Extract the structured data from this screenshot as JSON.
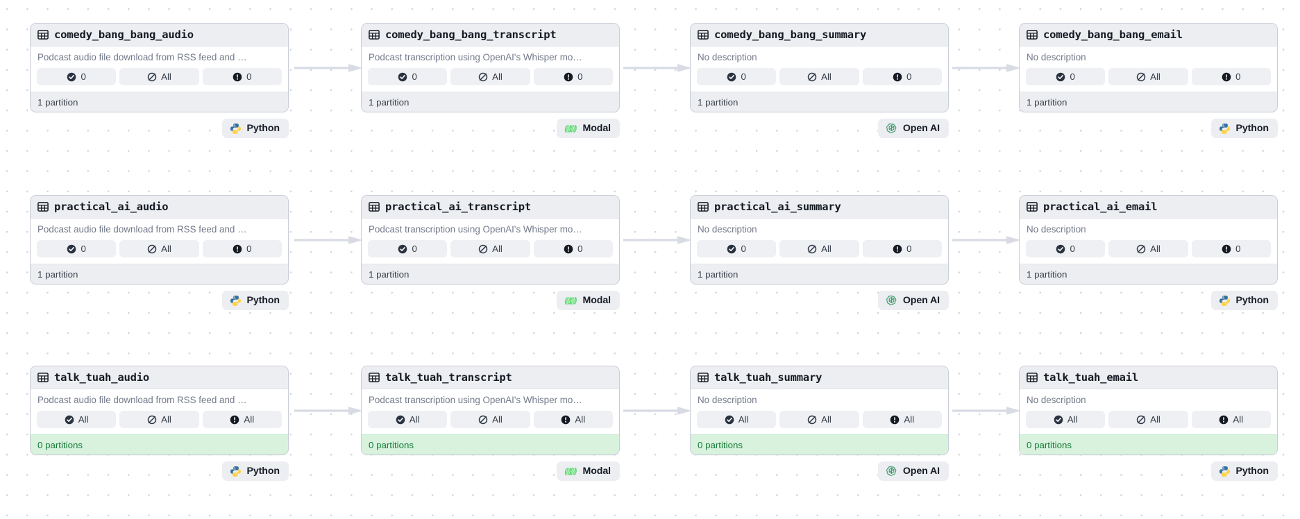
{
  "app": {
    "view": "asset-lineage-graph",
    "background": "#ffffff",
    "grid_dot_color": "#d2d5dd",
    "accent_empty_bg": "#d8f2de",
    "accent_empty_text": "#177a36",
    "card_header_bg": "#eceef1",
    "card_border": "#c8cdd7",
    "badge_bg": "#eef0f3"
  },
  "labels": {
    "desc_audio": "Podcast audio file download from RSS feed and …",
    "desc_transcript": "Podcast transcription using OpenAI's Whisper mo…",
    "desc_none": "No description",
    "footer_one": "1 partition",
    "footer_zero": "0 partitions",
    "value_zero": "0",
    "value_all": "All"
  },
  "tech": {
    "python": "Python",
    "modal": "Modal",
    "openai": "Open AI"
  },
  "icons": {
    "table": "table-icon",
    "check": "check-circle-icon",
    "blocked": "slashed-circle-icon",
    "alert": "exclamation-circle-icon",
    "python": "python-logo-icon",
    "modal": "modal-logo-icon",
    "openai": "openai-logo-icon",
    "arrow": "arrow-right-icon"
  },
  "rows": [
    {
      "id": "comedy_bang_bang",
      "nodes": [
        {
          "title": "comedy_bang_bang_audio",
          "description": "Podcast audio file download from RSS feed and …",
          "badges": [
            {
              "icon": "check-circle-icon",
              "value": "0"
            },
            {
              "icon": "slashed-circle-icon",
              "value": "All"
            },
            {
              "icon": "exclamation-circle-icon",
              "value": "0"
            }
          ],
          "footer": "1 partition",
          "empty": false,
          "tech": "Python",
          "tech_icon": "python-logo-icon"
        },
        {
          "title": "comedy_bang_bang_transcript",
          "description": "Podcast transcription using OpenAI's Whisper mo…",
          "badges": [
            {
              "icon": "check-circle-icon",
              "value": "0"
            },
            {
              "icon": "slashed-circle-icon",
              "value": "All"
            },
            {
              "icon": "exclamation-circle-icon",
              "value": "0"
            }
          ],
          "footer": "1 partition",
          "empty": false,
          "tech": "Modal",
          "tech_icon": "modal-logo-icon"
        },
        {
          "title": "comedy_bang_bang_summary",
          "description": "No description",
          "badges": [
            {
              "icon": "check-circle-icon",
              "value": "0"
            },
            {
              "icon": "slashed-circle-icon",
              "value": "All"
            },
            {
              "icon": "exclamation-circle-icon",
              "value": "0"
            }
          ],
          "footer": "1 partition",
          "empty": false,
          "tech": "Open AI",
          "tech_icon": "openai-logo-icon"
        },
        {
          "title": "comedy_bang_bang_email",
          "description": "No description",
          "badges": [
            {
              "icon": "check-circle-icon",
              "value": "0"
            },
            {
              "icon": "slashed-circle-icon",
              "value": "All"
            },
            {
              "icon": "exclamation-circle-icon",
              "value": "0"
            }
          ],
          "footer": "1 partition",
          "empty": false,
          "tech": "Python",
          "tech_icon": "python-logo-icon"
        }
      ]
    },
    {
      "id": "practical_ai",
      "nodes": [
        {
          "title": "practical_ai_audio",
          "description": "Podcast audio file download from RSS feed and …",
          "badges": [
            {
              "icon": "check-circle-icon",
              "value": "0"
            },
            {
              "icon": "slashed-circle-icon",
              "value": "All"
            },
            {
              "icon": "exclamation-circle-icon",
              "value": "0"
            }
          ],
          "footer": "1 partition",
          "empty": false,
          "tech": "Python",
          "tech_icon": "python-logo-icon"
        },
        {
          "title": "practical_ai_transcript",
          "description": "Podcast transcription using OpenAI's Whisper mo…",
          "badges": [
            {
              "icon": "check-circle-icon",
              "value": "0"
            },
            {
              "icon": "slashed-circle-icon",
              "value": "All"
            },
            {
              "icon": "exclamation-circle-icon",
              "value": "0"
            }
          ],
          "footer": "1 partition",
          "empty": false,
          "tech": "Modal",
          "tech_icon": "modal-logo-icon"
        },
        {
          "title": "practical_ai_summary",
          "description": "No description",
          "badges": [
            {
              "icon": "check-circle-icon",
              "value": "0"
            },
            {
              "icon": "slashed-circle-icon",
              "value": "All"
            },
            {
              "icon": "exclamation-circle-icon",
              "value": "0"
            }
          ],
          "footer": "1 partition",
          "empty": false,
          "tech": "Open AI",
          "tech_icon": "openai-logo-icon"
        },
        {
          "title": "practical_ai_email",
          "description": "No description",
          "badges": [
            {
              "icon": "check-circle-icon",
              "value": "0"
            },
            {
              "icon": "slashed-circle-icon",
              "value": "All"
            },
            {
              "icon": "exclamation-circle-icon",
              "value": "0"
            }
          ],
          "footer": "1 partition",
          "empty": false,
          "tech": "Python",
          "tech_icon": "python-logo-icon"
        }
      ]
    },
    {
      "id": "talk_tuah",
      "nodes": [
        {
          "title": "talk_tuah_audio",
          "description": "Podcast audio file download from RSS feed and …",
          "badges": [
            {
              "icon": "check-circle-icon",
              "value": "All"
            },
            {
              "icon": "slashed-circle-icon",
              "value": "All"
            },
            {
              "icon": "exclamation-circle-icon",
              "value": "All"
            }
          ],
          "footer": "0 partitions",
          "empty": true,
          "tech": "Python",
          "tech_icon": "python-logo-icon"
        },
        {
          "title": "talk_tuah_transcript",
          "description": "Podcast transcription using OpenAI's Whisper mo…",
          "badges": [
            {
              "icon": "check-circle-icon",
              "value": "All"
            },
            {
              "icon": "slashed-circle-icon",
              "value": "All"
            },
            {
              "icon": "exclamation-circle-icon",
              "value": "All"
            }
          ],
          "footer": "0 partitions",
          "empty": true,
          "tech": "Modal",
          "tech_icon": "modal-logo-icon"
        },
        {
          "title": "talk_tuah_summary",
          "description": "No description",
          "badges": [
            {
              "icon": "check-circle-icon",
              "value": "All"
            },
            {
              "icon": "slashed-circle-icon",
              "value": "All"
            },
            {
              "icon": "exclamation-circle-icon",
              "value": "All"
            }
          ],
          "footer": "0 partitions",
          "empty": true,
          "tech": "Open AI",
          "tech_icon": "openai-logo-icon"
        },
        {
          "title": "talk_tuah_email",
          "description": "No description",
          "badges": [
            {
              "icon": "check-circle-icon",
              "value": "All"
            },
            {
              "icon": "slashed-circle-icon",
              "value": "All"
            },
            {
              "icon": "exclamation-circle-icon",
              "value": "All"
            }
          ],
          "footer": "0 partitions",
          "empty": true,
          "tech": "Python",
          "tech_icon": "python-logo-icon"
        }
      ]
    }
  ],
  "edges": [
    {
      "from": "audio",
      "to": "transcript"
    },
    {
      "from": "transcript",
      "to": "summary"
    },
    {
      "from": "summary",
      "to": "email"
    }
  ]
}
